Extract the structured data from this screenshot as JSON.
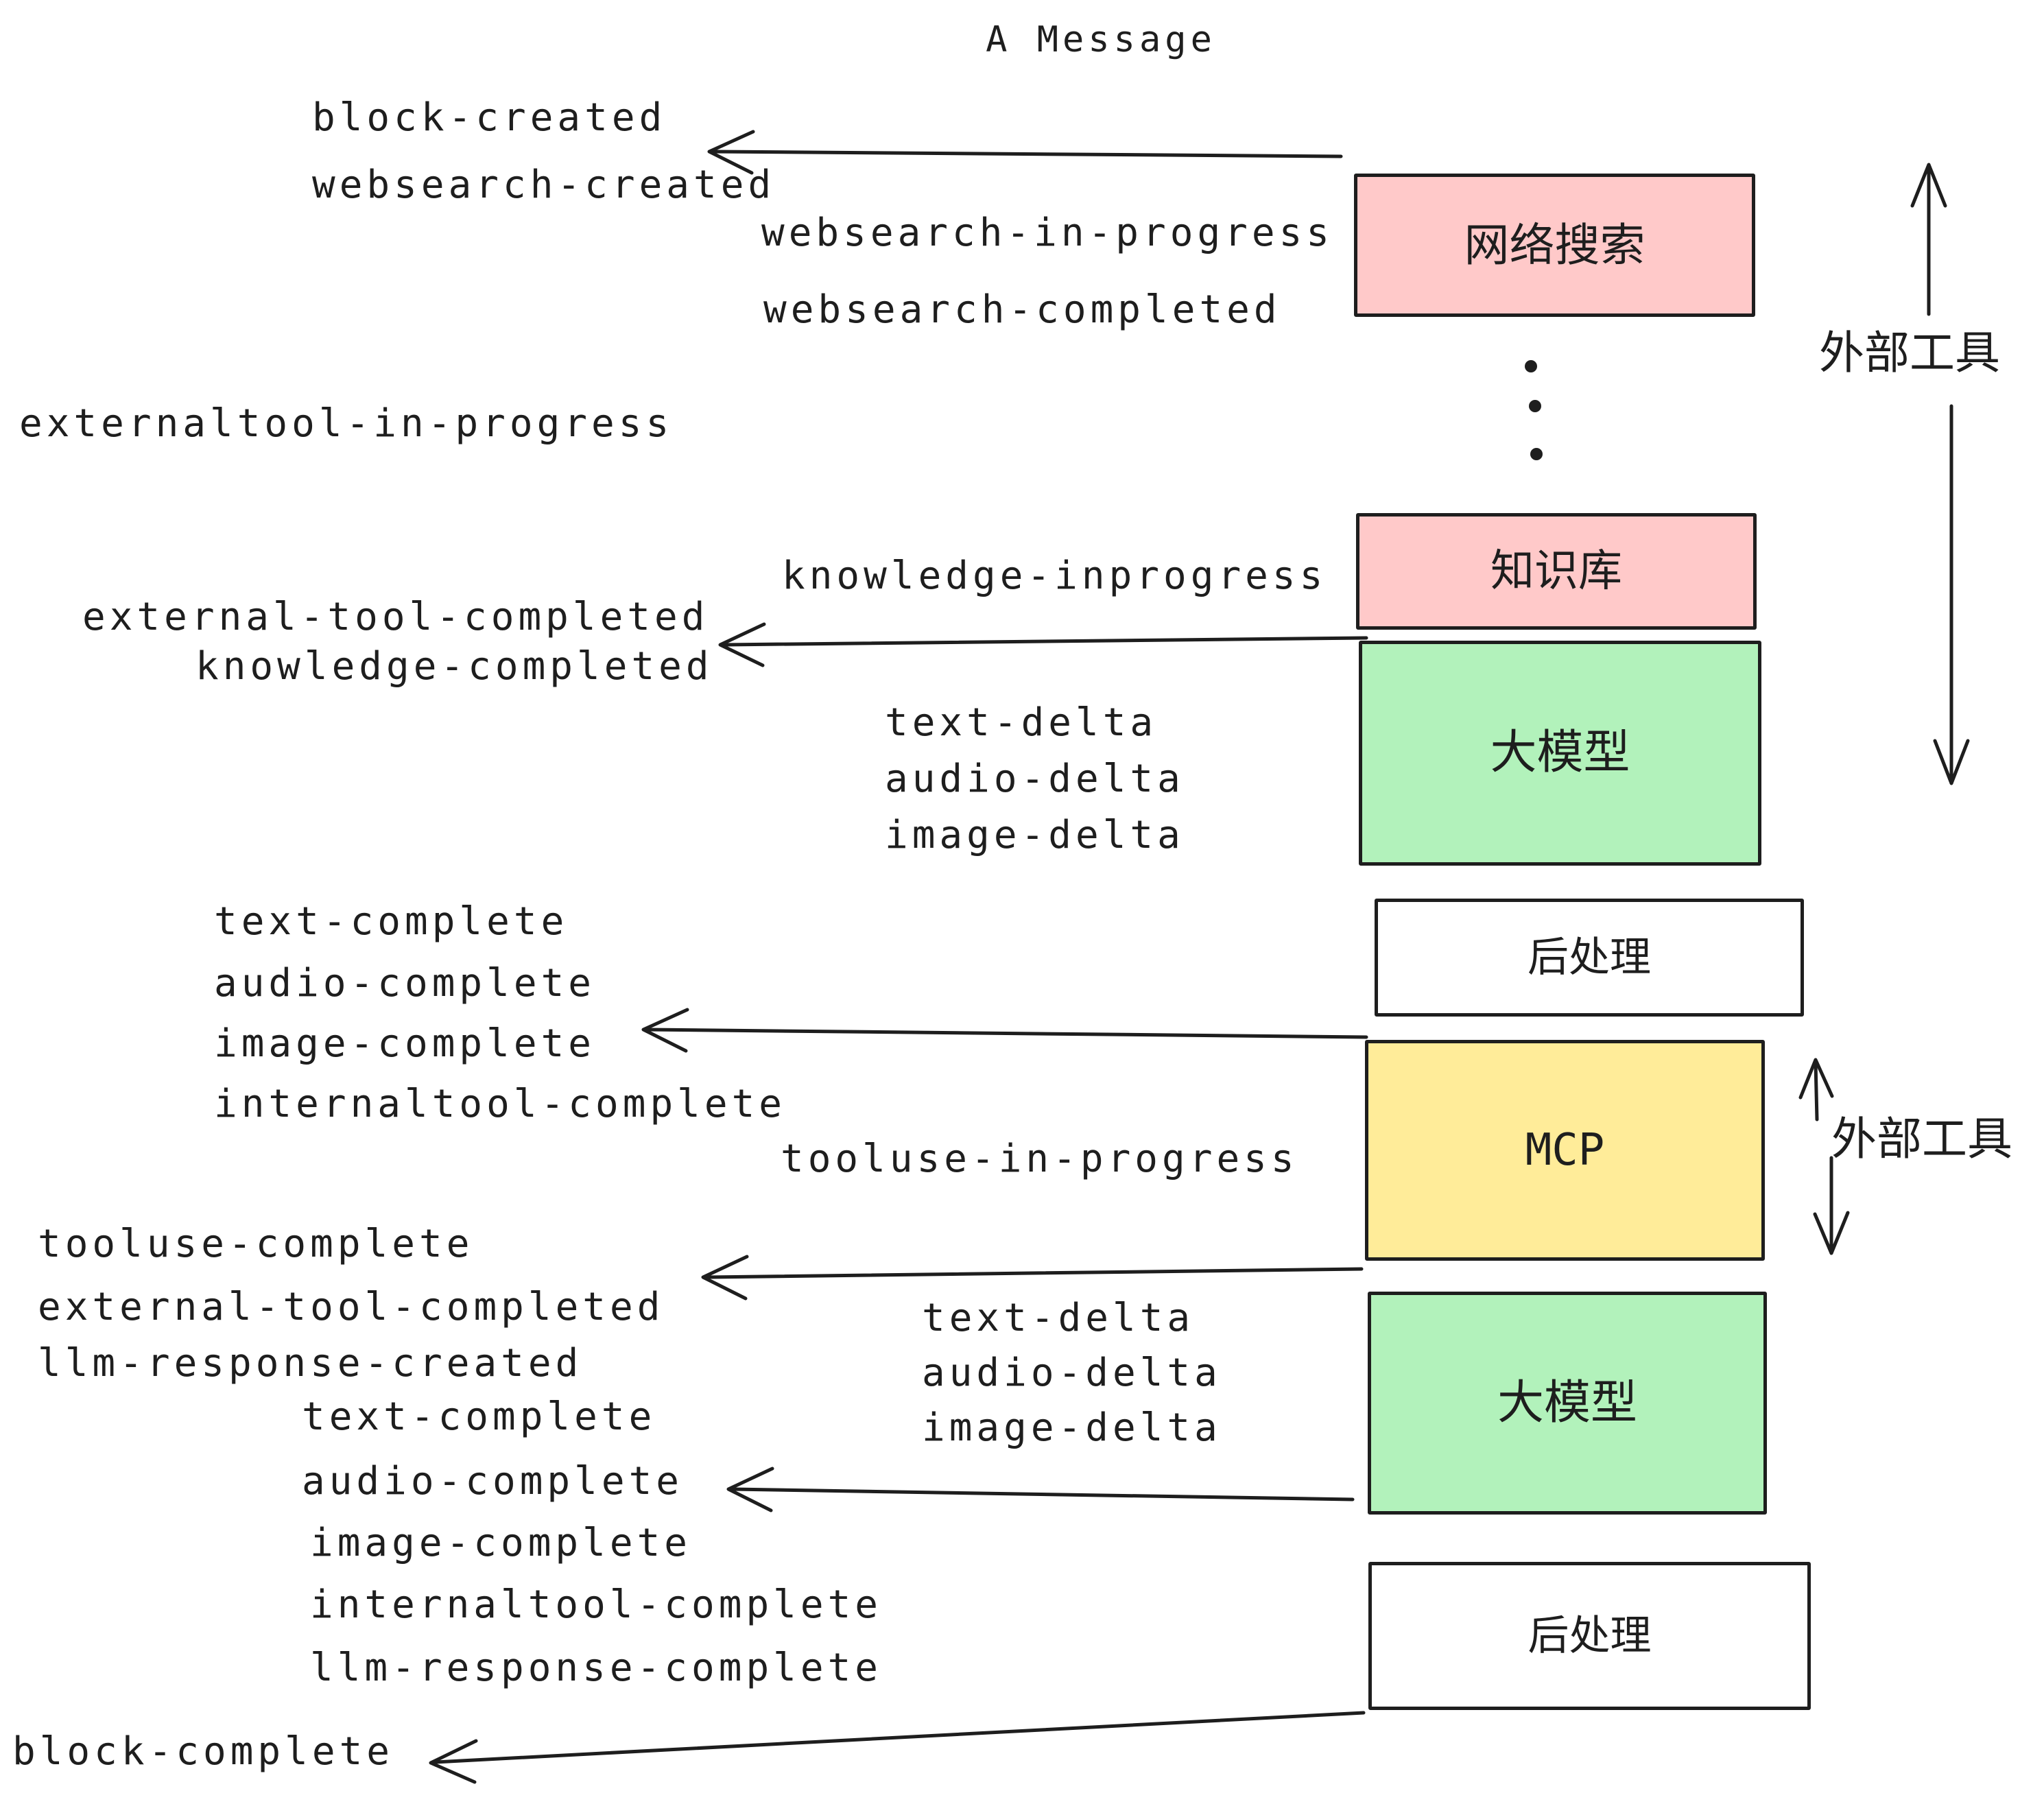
{
  "title": "A Message",
  "colors": {
    "box_pink": "#ffc9c9",
    "box_green": "#b2f2bb",
    "box_yellow": "#ffec99",
    "box_white": "#ffffff",
    "stroke": "#1e1e1e",
    "background": "#ffffff"
  },
  "boxes": {
    "websearch": {
      "label": "网络搜索"
    },
    "knowledge": {
      "label": "知识库"
    },
    "llm1": {
      "label": "大模型"
    },
    "post1": {
      "label": "后处理"
    },
    "mcp": {
      "label": "MCP"
    },
    "llm2": {
      "label": "大模型"
    },
    "post2": {
      "label": "后处理"
    }
  },
  "annotations": {
    "external_tools_top": "外部工具",
    "external_tools_bottom": "外部工具"
  },
  "flow": {
    "round1": {
      "block_created": "block-created",
      "websearch_created": "websearch-created",
      "websearch_in_progress": "websearch-in-progress",
      "websearch_completed": "websearch-completed",
      "externaltool_in_progress": "externaltool-in-progress",
      "knowledge_inprogress": "knowledge-inprogress",
      "external_tool_completed": "external-tool-completed",
      "knowledge_completed": "knowledge-completed",
      "text_delta": "text-delta",
      "audio_delta": "audio-delta",
      "image_delta": "image-delta",
      "text_complete": "text-complete",
      "audio_complete": "audio-complete",
      "image_complete": "image-complete",
      "internaltool_complete": "internaltool-complete"
    },
    "round2": {
      "tooluse_in_progress": "tooluse-in-progress",
      "tooluse_complete": "tooluse-complete",
      "external_tool_completed": "external-tool-completed",
      "llm_response_created": "llm-response-created",
      "text_delta": "text-delta",
      "audio_delta": "audio-delta",
      "image_delta": "image-delta",
      "text_complete": "text-complete",
      "audio_complete": "audio-complete",
      "image_complete": "image-complete",
      "internaltool_complete": "internaltool-complete",
      "llm_response_complete": "llm-response-complete",
      "block_complete": "block-complete"
    }
  }
}
